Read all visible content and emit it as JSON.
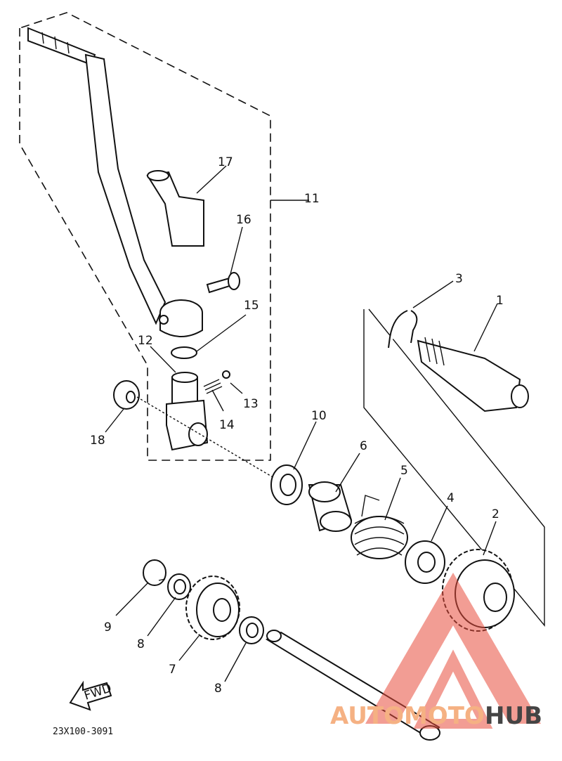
{
  "parts": {
    "p1": "1",
    "p2": "2",
    "p3": "3",
    "p4": "4",
    "p5": "5",
    "p6": "6",
    "p7": "7",
    "p8a": "8",
    "p8b": "8",
    "p9": "9",
    "p10": "10",
    "p11": "11",
    "p12": "12",
    "p13": "13",
    "p14": "14",
    "p15": "15",
    "p16": "16",
    "p17": "17",
    "p18": "18"
  },
  "fwd_label": "FWD",
  "diagram_code": "23X100-3091",
  "watermark": {
    "part1": "AUTOMOTO",
    "part2": "HUB",
    "accent": "#e84c3d"
  }
}
